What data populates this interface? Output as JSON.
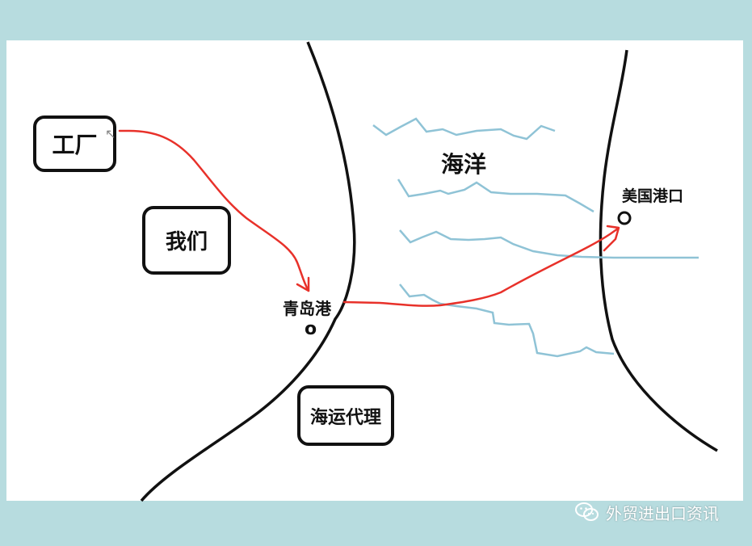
{
  "colors": {
    "frame": "#b7dcdf",
    "panel": "#ffffff",
    "coast": "#111111",
    "route": "#e8312a",
    "waves": "#8fc3d6"
  },
  "labels": {
    "factory": "工厂",
    "we": "我们",
    "qingdao_port": "青岛港",
    "qingdao_marker": "o",
    "ocean": "海洋",
    "us_port": "美国港口",
    "freight_agent": "海运代理"
  },
  "watermark": {
    "icon": "wechat-icon",
    "text": "外贸进出口资讯"
  }
}
